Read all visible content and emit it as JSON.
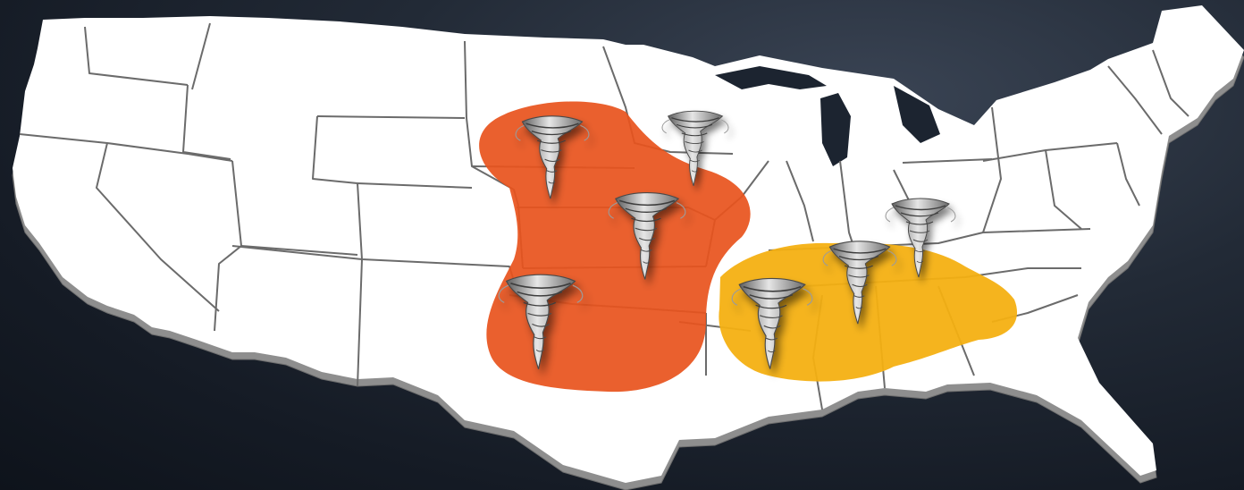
{
  "map": {
    "colors": {
      "land": "#ffffff",
      "extrusion": "#8e8e8e",
      "state_border": "#6b6b6b",
      "background_dark": "#151b25"
    },
    "risk_zones": [
      {
        "name": "plains-zone",
        "color": "#e8541e"
      },
      {
        "name": "southeast-zone",
        "color": "#f4b012"
      }
    ],
    "icons": [
      {
        "name": "tornado-icon",
        "zone": "plains-zone"
      },
      {
        "name": "tornado-icon",
        "zone": "plains-zone"
      },
      {
        "name": "tornado-icon",
        "zone": "plains-zone"
      },
      {
        "name": "tornado-icon",
        "zone": "plains-zone"
      },
      {
        "name": "tornado-icon",
        "zone": "southeast-zone"
      },
      {
        "name": "tornado-icon",
        "zone": "southeast-zone"
      },
      {
        "name": "tornado-icon",
        "zone": "southeast-zone"
      }
    ]
  }
}
